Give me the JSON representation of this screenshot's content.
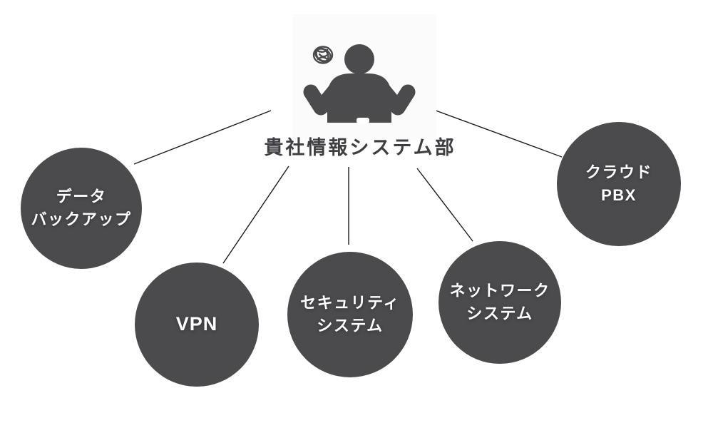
{
  "colors": {
    "node-fill": "#4b4b4e",
    "node-text": "#ffffff",
    "connector": "#1c1c1c",
    "center-text": "#3f3f43",
    "figure": "#4b4b4e",
    "page-bg": "#ffffff"
  },
  "center": {
    "label": "貴社情報システム部",
    "icons": {
      "person": "person-shrug-icon",
      "scribble": "confusion-scribble-icon"
    }
  },
  "nodes": {
    "data_backup": {
      "line1": "データ",
      "line2": "バックアップ"
    },
    "vpn": {
      "line1": "VPN"
    },
    "security": {
      "line1": "セキュリティ",
      "line2": "システム"
    },
    "network": {
      "line1": "ネットワーク",
      "line2": "システム"
    },
    "cloud_pbx": {
      "line1": "クラウド",
      "line2": "PBX"
    }
  }
}
